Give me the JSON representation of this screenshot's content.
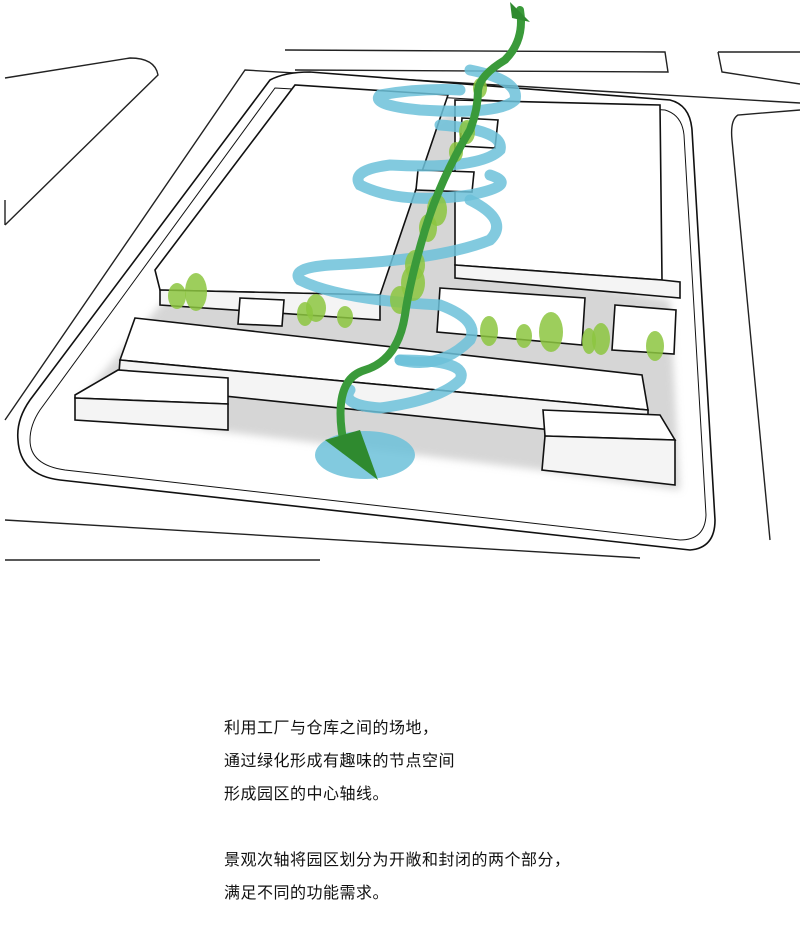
{
  "diagram": {
    "colors": {
      "axis_arrow": "#3a9a3a",
      "spiral": "#6cc1d9",
      "trees": "#8cc63f",
      "lines": "#111111"
    }
  },
  "caption": {
    "paragraph1": [
      "利用工厂与仓库之间的场地，",
      "通过绿化形成有趣味的节点空间",
      "形成园区的中心轴线。"
    ],
    "paragraph2": [
      "景观次轴将园区划分为开敞和封闭的两个部分，",
      "满足不同的功能需求。"
    ]
  }
}
